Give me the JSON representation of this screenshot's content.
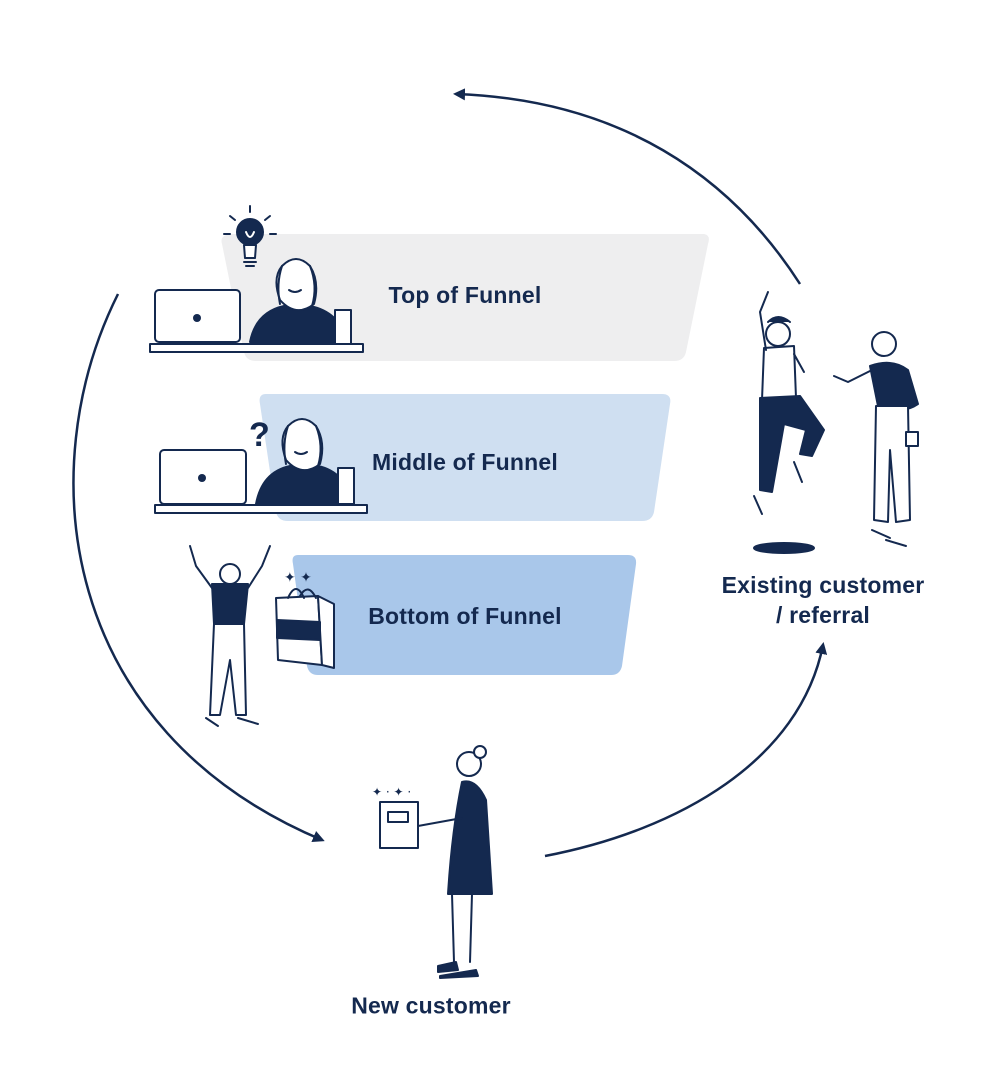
{
  "colors": {
    "navy": "#14294f",
    "tier_top": "#eeeeef",
    "tier_middle": "#cfdff1",
    "tier_bottom": "#a9c7ea"
  },
  "funnel": {
    "top_label": "Top of Funnel",
    "middle_label": "Middle of Funnel",
    "bottom_label": "Bottom of Funnel"
  },
  "stages": {
    "new_customer": "New customer",
    "existing_line1": "Existing customer",
    "existing_line2": "/ referral"
  },
  "icons": {
    "top_person": "person-at-laptop-with-idea",
    "middle_person": "person-at-laptop-with-question",
    "bottom_person": "person-celebrating-with-shopping-bag",
    "new_customer_person": "person-holding-package",
    "referral_people": "two-people-referring"
  }
}
